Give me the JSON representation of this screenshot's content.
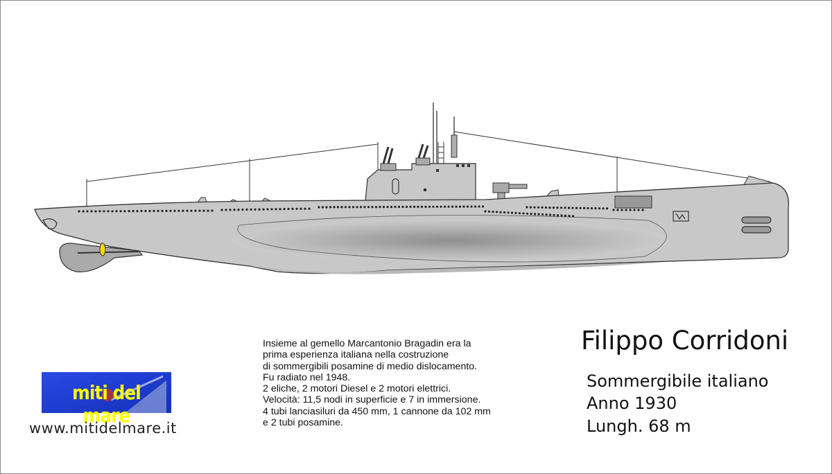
{
  "logo": {
    "text": "miti del mare"
  },
  "website": "www.mitidelmare.it",
  "description": [
    "Insieme al gemello Marcantonio Bragadin era la",
    "prima esperienza italiana nella costruzione",
    "di sommergibili posamine di medio dislocamento.",
    "Fu radiato nel 1948.",
    "2 eliche, 2 motori Diesel e 2 motori elettrici.",
    "Velocità: 11,5 nodi in superficie e 7 in immersione.",
    "4 tubi lanciasiluri da 450 mm, 1 cannone da 102 mm",
    "e 2 tubi posamine."
  ],
  "ship": {
    "name": "Filippo Corridoni",
    "type": "Sommergibile italiano",
    "year": "Anno 1930",
    "length": "Lungh. 68 m"
  },
  "colors": {
    "hull": "#c8c8c8",
    "logo_bg": "#1f3bd6",
    "logo_text": "#ffff00",
    "propeller": "#ffd700"
  }
}
